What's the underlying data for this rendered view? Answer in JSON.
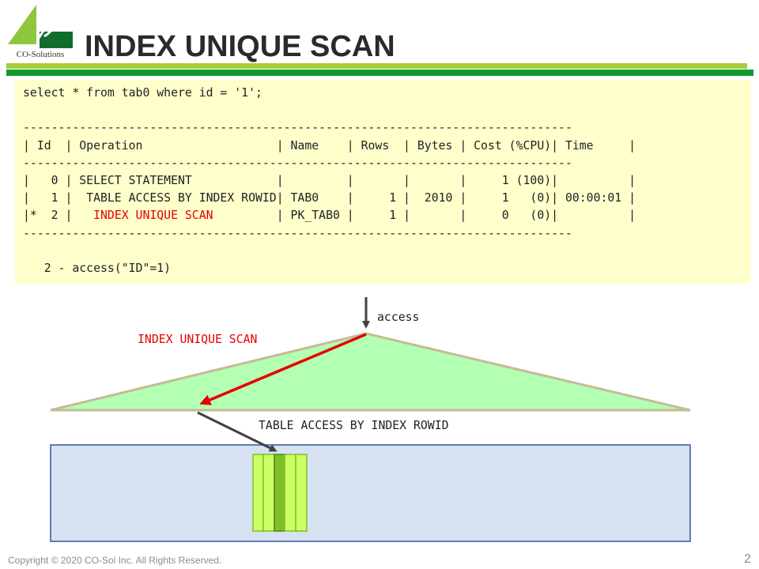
{
  "logo": {
    "text": "CO-Solutions"
  },
  "title": "INDEX UNIQUE SCAN",
  "code": {
    "query": "select * from tab0 where id = '1';",
    "divider": "------------------------------------------------------------------------------",
    "header": "| Id  | Operation                   | Name    | Rows  | Bytes | Cost (%CPU)| Time     |",
    "row0": "|   0 | SELECT STATEMENT            |         |       |       |     1 (100)|          |",
    "row1": "|   1 |  TABLE ACCESS BY INDEX ROWID| TAB0    |     1 |  2010 |     1   (0)| 00:00:01 |",
    "row2_prefix": "|*  2 |   ",
    "row2_op": "INDEX UNIQUE SCAN",
    "row2_suffix": "         | PK_TAB0 |     1 |       |     0   (0)|          |",
    "predicate": "   2 - access(\"ID\"=1)"
  },
  "diagram": {
    "access_label": "access",
    "scan_label": "INDEX UNIQUE SCAN",
    "table_access_label": "TABLE ACCESS BY INDEX ROWID"
  },
  "colors": {
    "accent_red": "#e60000",
    "index_fill": "#b3ffb3",
    "table_fill": "#d6e2f1",
    "table_border": "#2f55a5",
    "block_light": "#ccff66",
    "block_dark": "#7fbf27",
    "brand_light_green": "#a6ce39",
    "brand_dark_green": "#0f9a2e",
    "code_bg": "#ffffcc"
  },
  "footer": {
    "copyright": "Copyright © 2020 CO-Sol Inc. All Rights Reserved.",
    "page_number": "2"
  }
}
